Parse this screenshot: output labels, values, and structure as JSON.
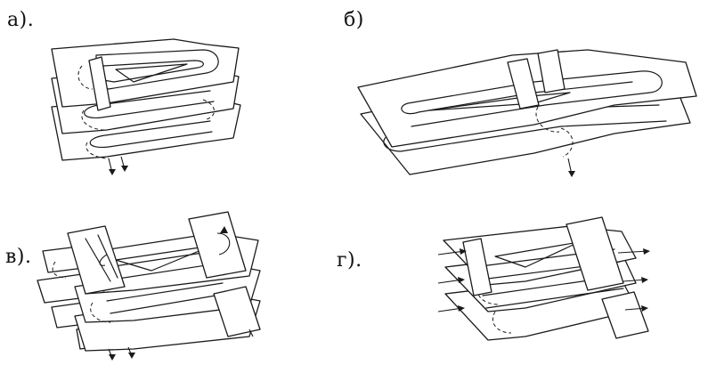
{
  "labels": {
    "a": "а).",
    "b": "б)",
    "v": "в).",
    "g": "г)."
  },
  "colors": {
    "ink": "#1a1a1a",
    "paper": "#ffffff"
  }
}
